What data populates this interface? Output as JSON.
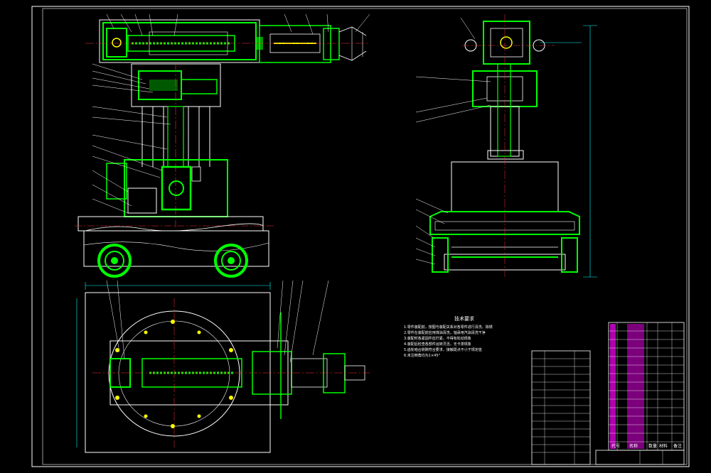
{
  "drawing": {
    "colors": {
      "background": "#000000",
      "outline": "#ffffff",
      "part": "#00ff00",
      "center_line": "#ff3030",
      "dimension": "#00ffff",
      "accent": "#ffff00",
      "title_fill": "#b000b0"
    },
    "technical_requirements": {
      "title": "技术要求",
      "items": [
        "1.零件装配前，按图与装配关系对各零件进行清洗、除锈",
        "2.零件在装配前应用煤油清洗，轴承用汽油清洗干净",
        "3.装配时各紧固件应拧紧，不得有松动现象",
        "4.装配后检查各部件运转灵活，无卡滞现象",
        "5.齿轮啮合侧隙符合要求，接触斑点不小于规定值",
        "6.未注倒角均为1×45°"
      ]
    },
    "title_block": {
      "columns": [
        "代号",
        "名称",
        "数量",
        "材料",
        "备注"
      ]
    }
  }
}
